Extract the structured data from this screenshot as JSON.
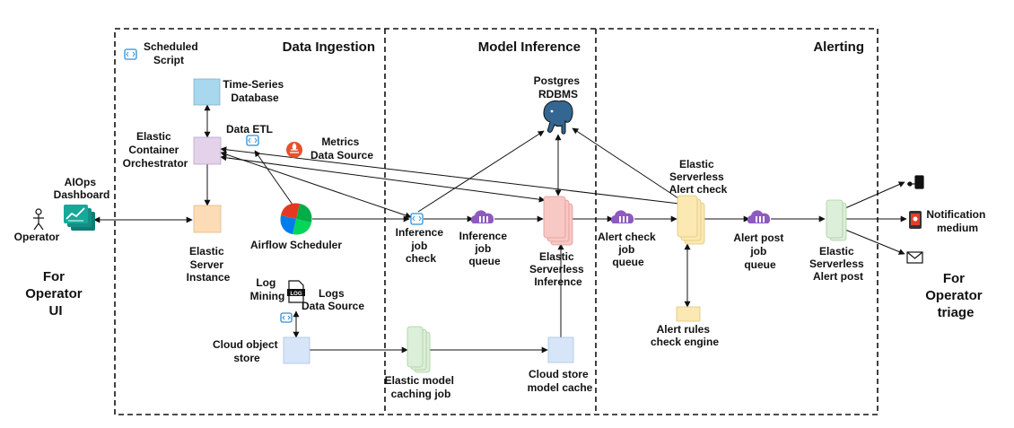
{
  "sections": {
    "data_ingestion": "Data Ingestion",
    "model_inference": "Model Inference",
    "alerting": "Alerting"
  },
  "operator": {
    "label": "Operator",
    "for_ui": [
      "For",
      "Operator",
      "UI"
    ],
    "for_triage": [
      "For",
      "Operator",
      "triage"
    ]
  },
  "nodes": {
    "aiops_dashboard": [
      "AIOps",
      "Dashboard"
    ],
    "scheduled_script": [
      "Scheduled",
      "Script"
    ],
    "timeseries_db": [
      "Time-Series",
      "Database"
    ],
    "container_orchestrator": [
      "Elastic",
      "Container",
      "Orchestrator"
    ],
    "data_etl": "Data ETL",
    "metrics_source": [
      "Metrics",
      "Data Source"
    ],
    "server_instance": [
      "Elastic",
      "Server",
      "Instance"
    ],
    "airflow": "Airflow Scheduler",
    "log_mining": [
      "Log",
      "Mining"
    ],
    "logs_source": [
      "Logs",
      "Data Source"
    ],
    "cloud_object_store": [
      "Cloud object",
      "store"
    ],
    "model_caching_job": [
      "Elastic model",
      "caching job"
    ],
    "inference_job_check": [
      "Inference",
      "job",
      "check"
    ],
    "inference_job_queue": [
      "Inference",
      "job",
      "queue"
    ],
    "postgres": [
      "Postgres",
      "RDBMS"
    ],
    "serverless_inference": [
      "Elastic",
      "Serverless",
      "Inference"
    ],
    "cloud_store_cache": [
      "Cloud store",
      "model cache"
    ],
    "alert_check_queue": [
      "Alert check",
      "job",
      "queue"
    ],
    "serverless_alert_check": [
      "Elastic",
      "Serverless",
      "Alert check"
    ],
    "alert_rules_engine": [
      "Alert rules",
      "check engine"
    ],
    "alert_post_queue": [
      "Alert post",
      "job",
      "queue"
    ],
    "serverless_alert_post": [
      "Elastic",
      "Serverless",
      "Alert post"
    ],
    "notification_medium": [
      "Notification",
      "medium"
    ]
  },
  "icons": {
    "log_file_badge": "LOG"
  },
  "colors": {
    "database_blue": "#a9d8ee",
    "orchestrator_purple": "#e3d2ea",
    "server_orange": "#fbdcb6",
    "inference_red": "#f8c8c4",
    "alert_yellow": "#fbe8b2",
    "post_green": "#dcefd8",
    "store_blue": "#d6e6f8",
    "queue_purple": "#8e59c0",
    "script_icon_blue": "#2d8fd8",
    "prometheus_orange": "#e6522c",
    "dashboard_teal": "#17a89a"
  }
}
